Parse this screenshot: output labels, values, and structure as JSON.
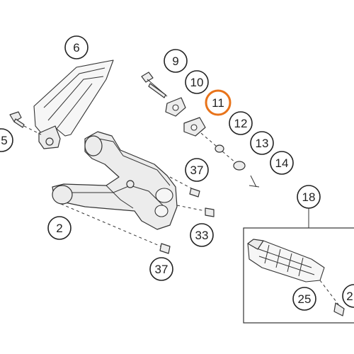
{
  "diagram": {
    "highlight_color": "#e8731a",
    "callouts": {
      "c6": "6",
      "c9": "9",
      "c10": "10",
      "c11": "11",
      "c12": "12",
      "c13": "13",
      "c14": "14",
      "c5": "5",
      "c37a": "37",
      "c2": "2",
      "c33": "33",
      "c37b": "37",
      "c18": "18",
      "c25": "25",
      "c2x": "2"
    }
  }
}
